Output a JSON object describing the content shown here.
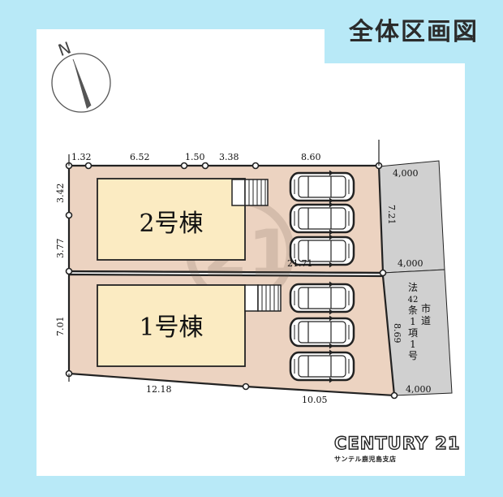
{
  "header": {
    "title": "全体区画図"
  },
  "compass": {
    "label": "N",
    "icon": "north-arrow-icon"
  },
  "lots": [
    {
      "id": "lot-2",
      "label": "2号棟",
      "parking_spaces": 3
    },
    {
      "id": "lot-1",
      "label": "1号棟",
      "parking_spaces": 3
    }
  ],
  "dimensions": {
    "top": [
      "1.32",
      "6.52",
      "1.50",
      "3.38",
      "8.60"
    ],
    "left_lot2": [
      "3.42",
      "3.77"
    ],
    "left_lot1": "7.01",
    "middle_boundary": "21.71",
    "right_lot2": "7.21",
    "right_lot1": "8.69",
    "bottom": [
      "12.18",
      "10.05"
    ]
  },
  "road": {
    "widths": [
      "4,000",
      "4,000",
      "4,000"
    ],
    "type_label": "市道",
    "legal_label": "法42条1項1号"
  },
  "watermark": "21",
  "brand": {
    "name": "CENTURY 21",
    "branch": "サンテル鹿児島支店"
  },
  "colors": {
    "background": "#b8e9f7",
    "lot_fill": "#ecd3c1",
    "building_fill": "#fbebc2",
    "road_fill": "#d0d0d0",
    "line": "#222222"
  }
}
